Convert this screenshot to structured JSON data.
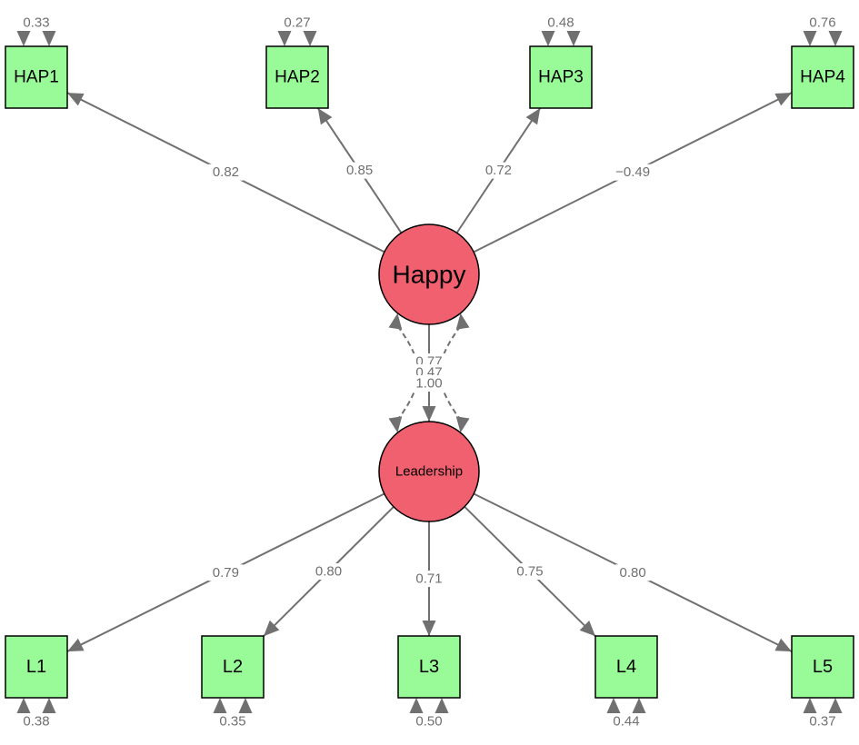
{
  "latents": [
    {
      "id": "happy",
      "label": "Happy"
    },
    {
      "id": "leadership",
      "label": "Leadership"
    }
  ],
  "manifests": [
    {
      "id": "HAP1",
      "label": "HAP1",
      "residual": "0.33"
    },
    {
      "id": "HAP2",
      "label": "HAP2",
      "residual": "0.27"
    },
    {
      "id": "HAP3",
      "label": "HAP3",
      "residual": "0.48"
    },
    {
      "id": "HAP4",
      "label": "HAP4",
      "residual": "0.76"
    },
    {
      "id": "L1",
      "label": "L1",
      "residual": "0.38"
    },
    {
      "id": "L2",
      "label": "L2",
      "residual": "0.35"
    },
    {
      "id": "L3",
      "label": "L3",
      "residual": "0.50"
    },
    {
      "id": "L4",
      "label": "L4",
      "residual": "0.44"
    },
    {
      "id": "L5",
      "label": "L5",
      "residual": "0.37"
    }
  ],
  "loadings": [
    {
      "from": "happy",
      "to": "HAP1",
      "label": "0.82"
    },
    {
      "from": "happy",
      "to": "HAP2",
      "label": "0.85"
    },
    {
      "from": "happy",
      "to": "HAP3",
      "label": "0.72"
    },
    {
      "from": "happy",
      "to": "HAP4",
      "label": "−0.49"
    },
    {
      "from": "leadership",
      "to": "L1",
      "label": "0.79"
    },
    {
      "from": "leadership",
      "to": "L2",
      "label": "0.80"
    },
    {
      "from": "leadership",
      "to": "L3",
      "label": "0.71"
    },
    {
      "from": "leadership",
      "to": "L4",
      "label": "0.75"
    },
    {
      "from": "leadership",
      "to": "L5",
      "label": "0.80"
    }
  ],
  "regression": {
    "from": "happy",
    "to": "leadership",
    "label": "1.00"
  },
  "latent_covariances": [
    {
      "label": "0.77"
    },
    {
      "label": "0.47"
    }
  ],
  "colors": {
    "manifest_fill": "#98fb98",
    "latent_fill": "#f0606f",
    "edge": "#707070"
  }
}
